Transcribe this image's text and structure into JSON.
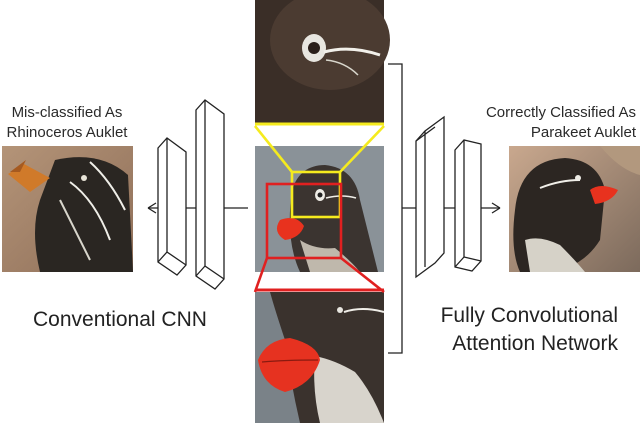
{
  "left": {
    "caption_lines": [
      "Mis-classified As",
      "Rhinoceros Auklet"
    ],
    "network_label": "Conventional CNN"
  },
  "right": {
    "caption_lines": [
      "Correctly Classified As",
      "Parakeet Auklet"
    ],
    "network_label_lines": [
      "Fully Convolutional",
      "Attention Network"
    ]
  },
  "colors": {
    "zoom_top": "#f5eb1e",
    "zoom_bottom": "#e02020",
    "bird_bill": "#e8321e",
    "background_gray": "#8a9298",
    "feather_dark": "#2b2723"
  }
}
